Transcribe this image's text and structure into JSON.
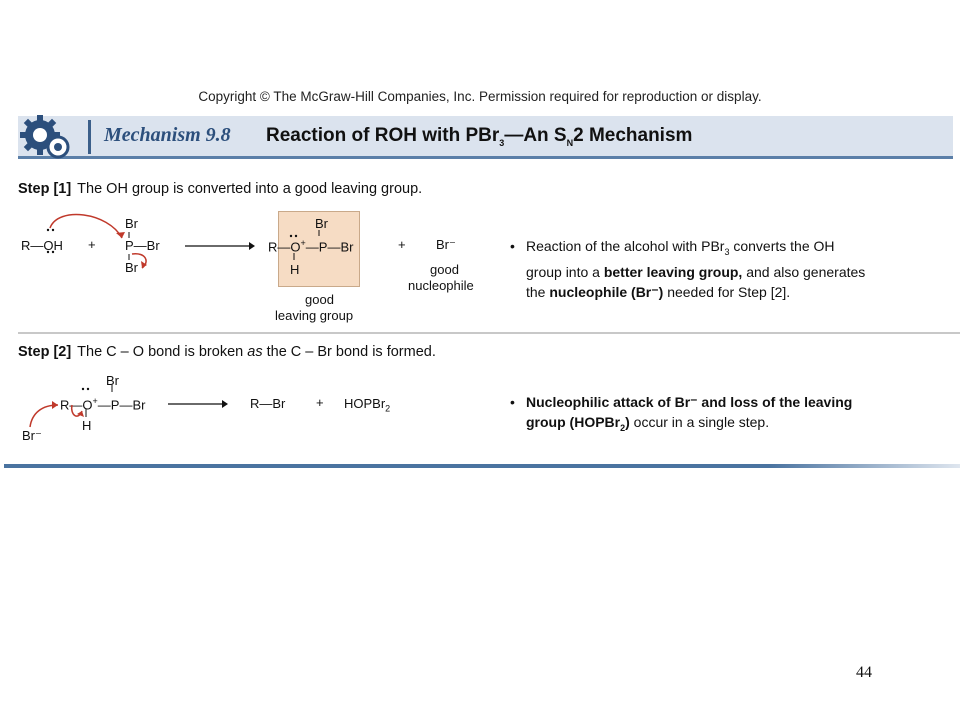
{
  "copyright": "Copyright © The McGraw-Hill Companies, Inc. Permission required for reproduction or display.",
  "header": {
    "mechanism_label": "Mechanism 9.8",
    "title_main": "Reaction of ROH with PBr",
    "title_sub3": "3",
    "title_mid": "—An S",
    "title_subN": "N",
    "title_end": "2 Mechanism"
  },
  "step1": {
    "label": "Step [1]",
    "text": "The OH group is converted into a good leaving group.",
    "r": "R",
    "oh": "OH",
    "o": "O",
    "h": "H",
    "plus": "+",
    "br": "Br",
    "p": "P",
    "br_minus": "Br⁻",
    "good_nucleophile_1": "good",
    "good_nucleophile_2": "nucleophile",
    "good_lg_1": "good",
    "good_lg_2": "leaving group",
    "bullet_line1_a": "Reaction of the alcohol with PBr",
    "bullet_line1_sub": "3",
    "bullet_line1_b": " converts the OH",
    "bullet_line2_a": "group into a ",
    "bullet_line2_bold": "better leaving group,",
    "bullet_line2_b": " and also generates",
    "bullet_line3_a": "the ",
    "bullet_line3_bold": "nucleophile (Br⁻)",
    "bullet_line3_b": " needed for Step [2]."
  },
  "step2": {
    "label": "Step [2]",
    "text_a": "The C – O bond is broken ",
    "text_italic": "as",
    "text_b": " the C – Br bond is formed.",
    "r_br": "R—Br",
    "hopbr": "HOPBr",
    "hopbr_sub": "2",
    "bullet_line1_bold": "Nucleophilic attack of Br⁻ and loss of the leaving",
    "bullet_line2_bold": "group (HOPBr",
    "bullet_line2_sub": "2",
    "bullet_line2_bold_end": ")",
    "bullet_line2_b": " occur in a single step."
  },
  "page_number": "44",
  "colors": {
    "accent": "#2c4f7c",
    "header_bg": "#dbe3ee",
    "arrow": "#c0392b",
    "highlight": "#f6dcc4"
  }
}
